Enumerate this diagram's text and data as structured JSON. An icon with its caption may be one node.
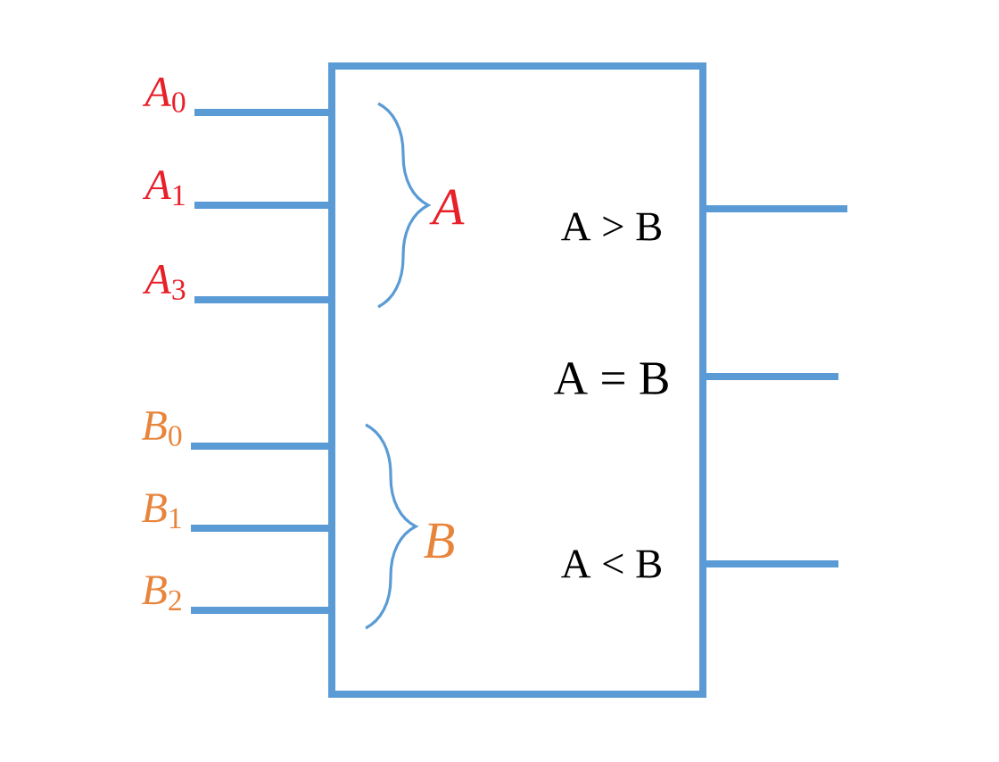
{
  "diagram": {
    "nodes": [
      {
        "text": [
          "A",
          "B",
          "A > B",
          "A = B",
          "A < B"
        ]
      },
      {
        "text": [
          "*A*$_{0}$"
        ]
      },
      {
        "text": [
          "*A*$_{1}$"
        ]
      },
      {
        "text": [
          "*A*$_{3}$"
        ]
      },
      {
        "text": [
          "*B*$_{0}$"
        ]
      },
      {
        "text": [
          "*B*$_{1}$"
        ]
      },
      {
        "text": [
          "*B*$_{2}$"
        ]
      }
    ],
    "edges": [
      {
        "from": 1,
        "to": 0,
        "arrow": "none"
      },
      {
        "from": 2,
        "to": 0,
        "arrow": "none"
      },
      {
        "from": 3,
        "to": 0,
        "arrow": "none"
      },
      {
        "from": 4,
        "to": 0,
        "arrow": "none"
      },
      {
        "from": 5,
        "to": 0,
        "arrow": "none"
      },
      {
        "from": 6,
        "to": 0,
        "arrow": "none"
      },
      {
        "from": 0,
        "to": null,
        "arrow": "none"
      },
      {
        "from": 0,
        "to": null,
        "arrow": "none"
      },
      {
        "from": 0,
        "to": null,
        "arrow": "none"
      }
    ]
  }
}
